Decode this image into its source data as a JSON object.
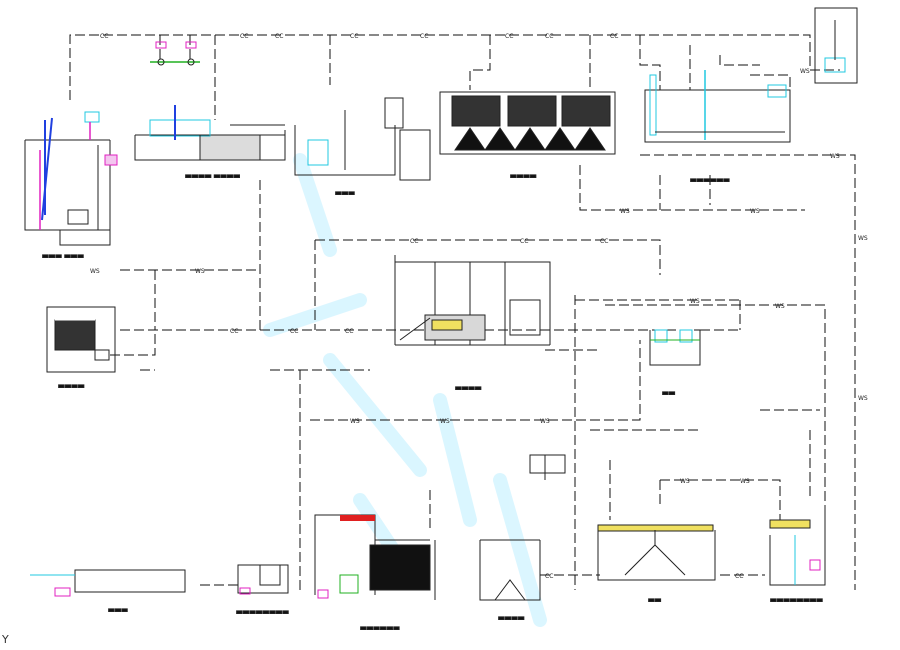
{
  "drawing": {
    "corner_mark": "Y",
    "pipe_codes": [
      "CC",
      "WS"
    ],
    "colors": {
      "line": "#111111",
      "structure": "#222222",
      "cyan": "#20c8e0",
      "magenta": "#e020c0",
      "blue": "#2040e0",
      "green": "#20b020",
      "yellow": "#f0e060",
      "watermark": "#bdefff"
    }
  }
}
